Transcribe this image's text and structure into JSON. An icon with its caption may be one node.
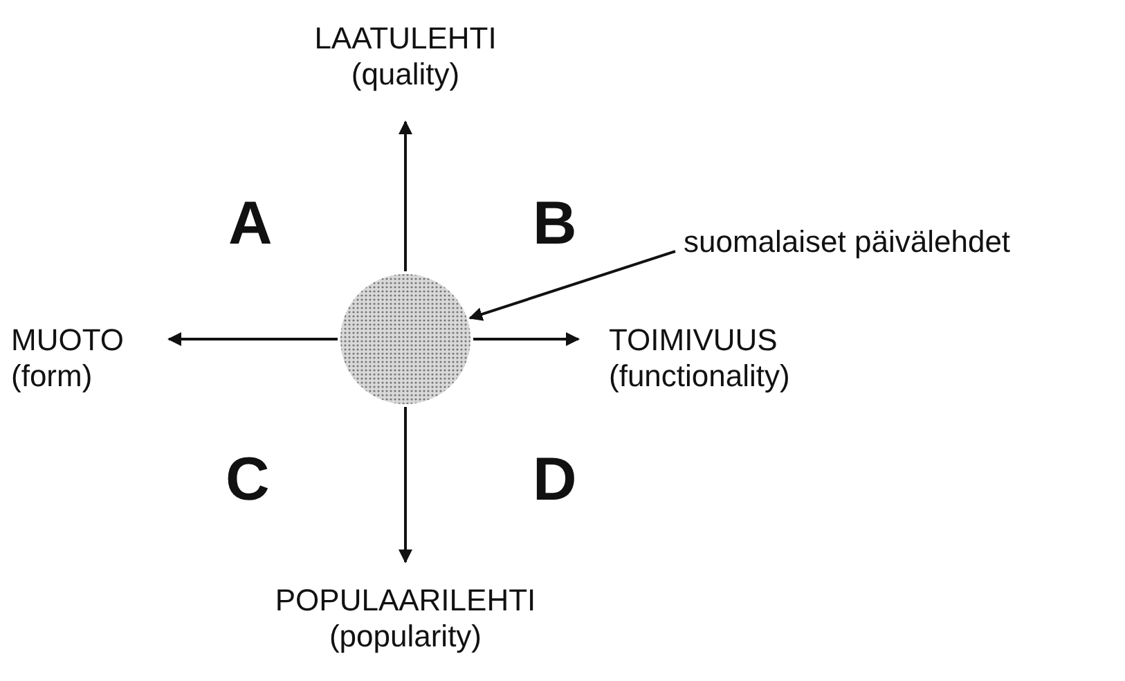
{
  "diagram": {
    "nodes": [
      {
        "text": [
          "LAATULEHTI",
          "(quality)"
        ]
      },
      {
        "text": [
          "suomalaiset päivälehdet"
        ]
      },
      {
        "text": [
          "MUOTO",
          "(form)"
        ]
      },
      {
        "text": [],
        "shape": "circle"
      },
      {
        "text": [
          "TOIMIVUUS",
          "(functionality)"
        ]
      },
      {
        "text": [
          "POPULAARILEHTI",
          "(popularity)"
        ]
      }
    ],
    "edges": [
      {
        "from": 3,
        "to": 0,
        "arrow": "to"
      },
      {
        "from": 3,
        "to": 2,
        "arrow": "to"
      },
      {
        "from": 3,
        "to": 4,
        "arrow": "to"
      },
      {
        "from": 3,
        "to": 5,
        "arrow": "to"
      },
      {
        "from": 1,
        "to": 3,
        "arrow": "to"
      }
    ],
    "labels": [
      "A",
      "B",
      "C",
      "D"
    ]
  }
}
